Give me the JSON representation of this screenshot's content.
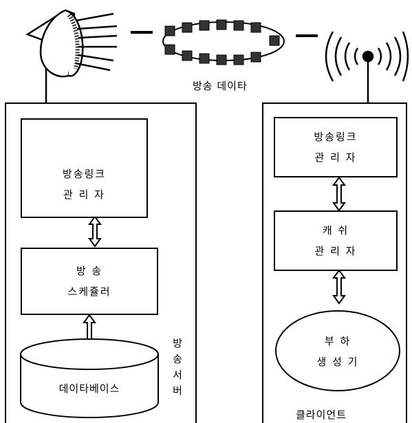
{
  "broadcast_data_label": "방송 데이타",
  "server": {
    "link_manager_line1": "방송링크",
    "link_manager_line2": "관 리 자",
    "scheduler_line1": "방    송",
    "scheduler_line2": "스케쥴러",
    "database_label": "데이타베이스",
    "vertical_label": [
      "방",
      "송",
      "서",
      "버"
    ]
  },
  "client": {
    "link_manager_line1": "방송링크",
    "link_manager_line2": "관 리 자",
    "cache_line1": "캐      쉬",
    "cache_line2": "관 리 자",
    "load_gen_line1": "부      하",
    "load_gen_line2": "생 성 기",
    "title": "클라이언트"
  }
}
